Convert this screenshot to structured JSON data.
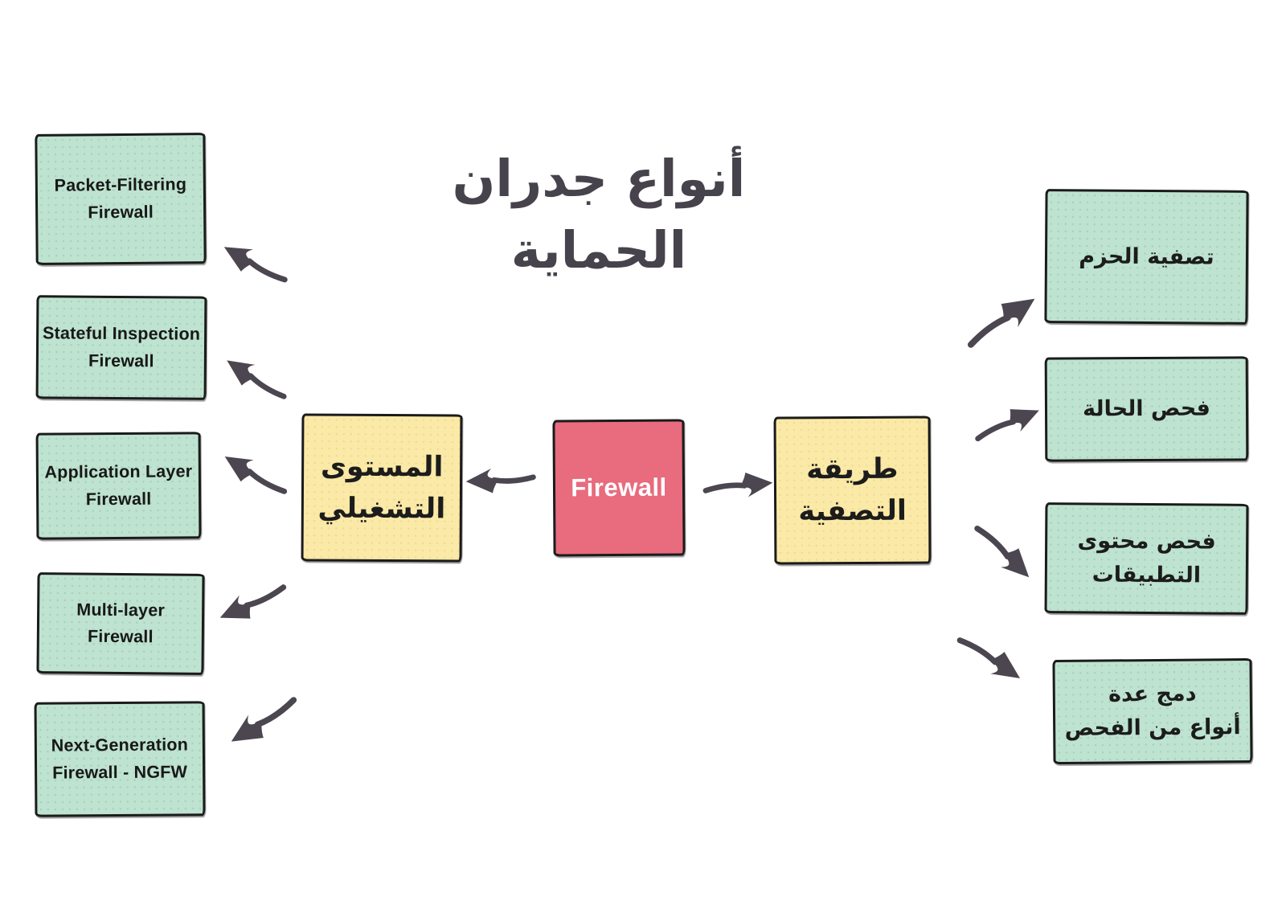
{
  "title": {
    "line1": "أنواع جدران",
    "line2": "الحماية"
  },
  "center": {
    "label": "Firewall"
  },
  "left_branch": {
    "label_line1": "المستوى",
    "label_line2": "التشغيلي",
    "items": [
      {
        "line1": "Packet-Filtering",
        "line2": "Firewall"
      },
      {
        "line1": "Stateful Inspection",
        "line2": "Firewall"
      },
      {
        "line1": "Application Layer",
        "line2": "Firewall"
      },
      {
        "line1": "Multi-layer",
        "line2": "Firewall"
      },
      {
        "line1": "Next-Generation",
        "line2": "Firewall - NGFW"
      }
    ]
  },
  "right_branch": {
    "label_line1": "طريقة",
    "label_line2": "التصفية",
    "items": [
      {
        "line1": "تصفية الحزم",
        "line2": ""
      },
      {
        "line1": "فحص الحالة",
        "line2": ""
      },
      {
        "line1": "فحص محتوى",
        "line2": "التطبيقات"
      },
      {
        "line1": "دمج عدة",
        "line2": "أنواع من الفحص"
      }
    ]
  },
  "colors": {
    "node_green": "#BEE3D0",
    "node_yellow": "#FBE9A7",
    "node_red": "#E86B7E",
    "ink": "#4B4650",
    "border": "#1B1B1B"
  }
}
